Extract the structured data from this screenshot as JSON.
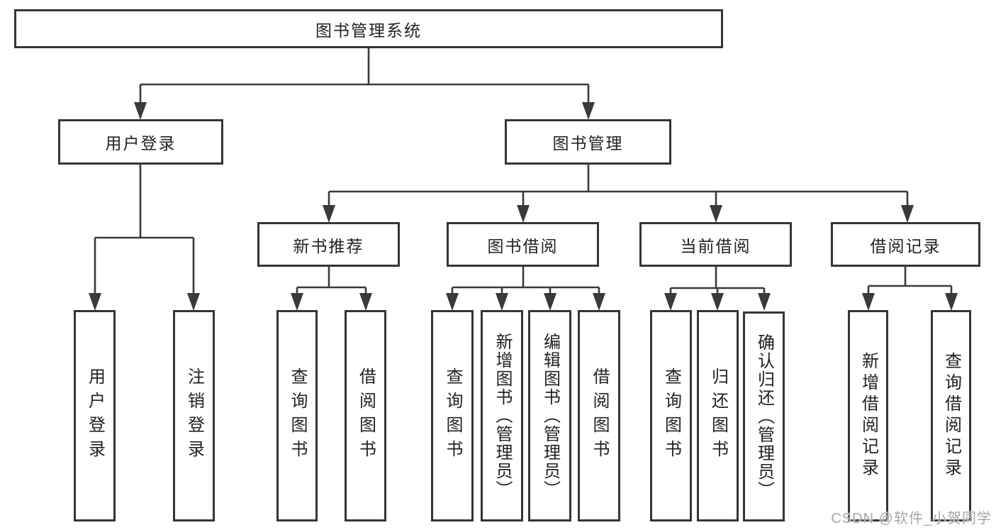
{
  "diagram": {
    "root": "图书管理系统",
    "branches": [
      {
        "label": "用户登录",
        "children": [
          "用户登录",
          "注销登录"
        ]
      },
      {
        "label": "图书管理",
        "modules": [
          {
            "label": "新书推荐",
            "children": [
              "查询图书",
              "借阅图书"
            ]
          },
          {
            "label": "图书借阅",
            "children": [
              "查询图书",
              "新增图书（管理员）",
              "编辑图书（管理员）",
              "借阅图书"
            ]
          },
          {
            "label": "当前借阅",
            "children": [
              "查询图书",
              "归还图书",
              "确认归还（管理员）"
            ]
          },
          {
            "label": "借阅记录",
            "children": [
              "新增借阅记录",
              "查询借阅记录"
            ]
          }
        ]
      }
    ]
  },
  "watermark": "CSDN @软件_小贺同学",
  "colors": {
    "line": "#3a3a3a",
    "box_border": "#353535",
    "text": "#222222",
    "watermark": "#8c8c8c",
    "background": "#ffffff"
  }
}
